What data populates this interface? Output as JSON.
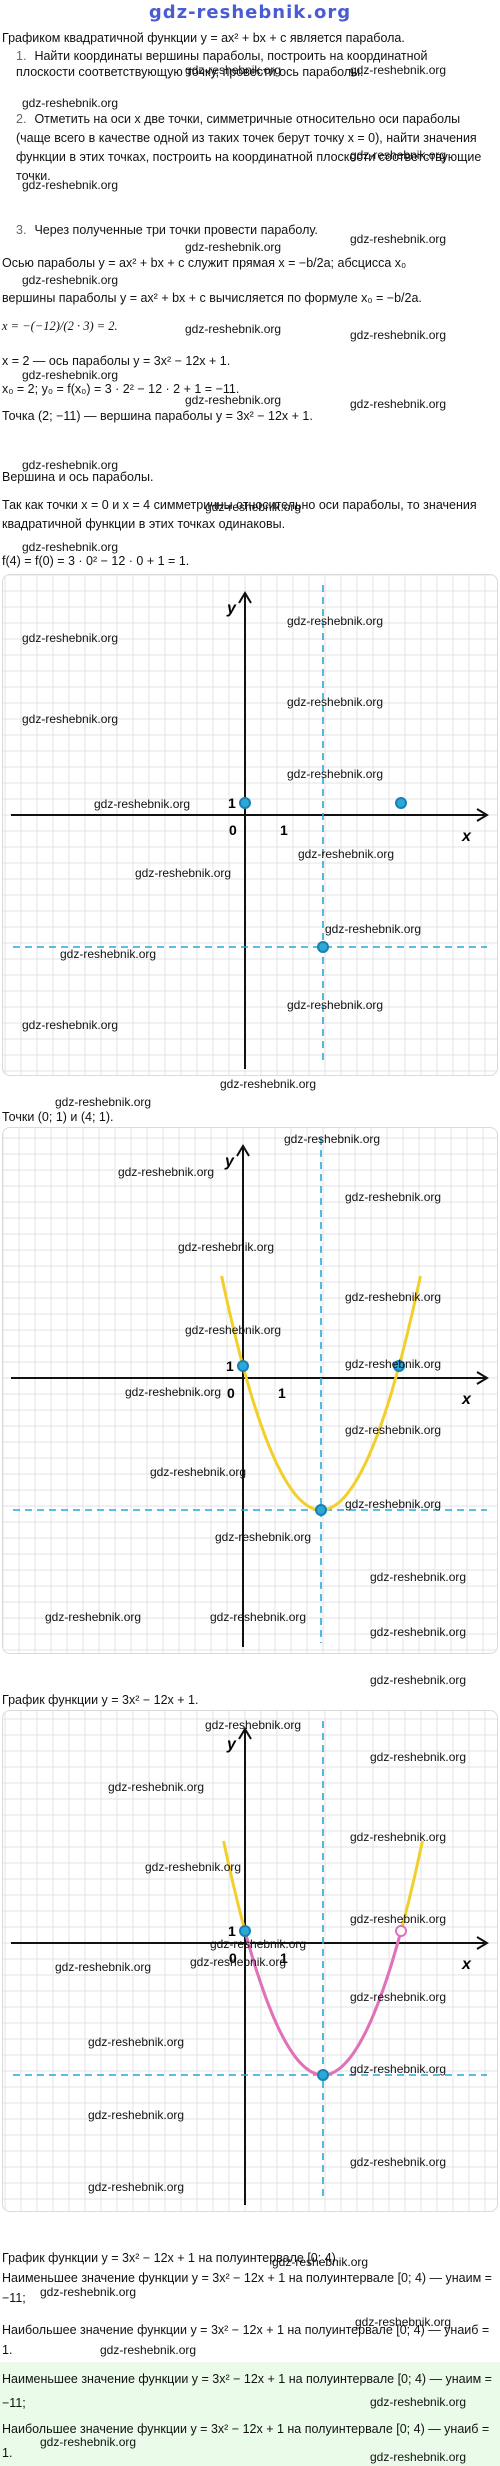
{
  "site": {
    "logo": "gdz-reshebnik.org",
    "watermark": "gdz-reshebnik.org"
  },
  "intro": "Графиком квадратичной функции y = ax² + bx + c является парабола.",
  "steps": [
    "Найти координаты вершины параболы, построить на координатной плоскости соответствующую точку, провести ось параболы.",
    "Отметить на оси x две точки, симметричные относительно оси параболы (чаще всего в качестве одной из таких точек берут точку x = 0), найти значения функции в этих точках, построить на координатной плоскости соответствующие точки.",
    "Через полученные три точки провести параболу."
  ],
  "step_numbers": [
    "1.",
    "2.",
    "3."
  ],
  "solution": {
    "axis_text": "Осью параболы y = ax² + bx + c служит прямая x = −b/2a; абсцисса x₀",
    "vertex_text": "вершины параболы y = ax² + bx + c вычисляется по формуле x₀ = −b/2a.",
    "x0_calc": "x = −(−12)/(2 · 3) = 2.",
    "axis_line": "x = 2 — ось параболы y = 3x² − 12x + 1.",
    "y0_calc": "x₀ = 2; y₀ = f(x₀) = 3 · 2² − 12 · 2 + 1 = −11.",
    "vertex_point": "Точка (2; −11) — вершина параболы y = 3x² − 12x + 1.",
    "caption1": "Вершина и ось параболы.",
    "symmetric_text": "Так как точки x = 0 и x = 4 симметричны относительно оси параболы, то значения квадратичной функции в этих точках одинаковы.",
    "f_values": "f(4) = f(0) = 3 · 0² − 12 · 0 + 1 = 1.",
    "caption2": "Точки (0; 1) и (4; 1).",
    "caption3": "График функции y = 3x² − 12x + 1.",
    "caption4": "График функции y = 3x² − 12x + 1 на полуинтервале [0; 4).",
    "min_line": "Наименьшее значение функции y = 3x² − 12x + 1 на полуинтервале [0; 4) — yнаим = −11;",
    "max_line": "Наибольшее значение функции y = 3x² − 12x + 1 на полуинтервале [0; 4) — yнаиб = 1."
  },
  "answer": {
    "min": "Наименьшее значение функции y = 3x² − 12x + 1 на полуинтервале [0; 4) — yнаим = −11;",
    "max": "Наибольшее значение функции y = 3x² − 12x + 1 на полуинтервале [0; 4) — yнаиб = 1."
  },
  "axes": {
    "x_label": "x",
    "y_label": "y",
    "origin": "0",
    "one_x": "1",
    "one_y": "1"
  },
  "colors": {
    "parabola": "#f2cf2a",
    "highlight": "#e070c0",
    "axis_line": "#27a8dc",
    "point": "#2ba7d8",
    "answer_bg": "#eafbea"
  },
  "chart_data": [
    {
      "type": "line",
      "title": "",
      "xlabel": "x",
      "ylabel": "y",
      "points": [
        {
          "x": 0,
          "y": 1
        },
        {
          "x": 4,
          "y": 1
        },
        {
          "x": 2,
          "y": -11
        }
      ],
      "axis_of_symmetry": 2,
      "vertex_level": -11
    },
    {
      "type": "line",
      "title": "",
      "xlabel": "x",
      "ylabel": "y",
      "function": "y = 3x^2 - 12x + 1",
      "points": [
        {
          "x": 0,
          "y": 1
        },
        {
          "x": 4,
          "y": 1
        },
        {
          "x": 2,
          "y": -11
        }
      ]
    },
    {
      "type": "line",
      "title": "",
      "xlabel": "x",
      "ylabel": "y",
      "function": "y = 3x^2 - 12x + 1",
      "highlight_interval": [
        0,
        4
      ],
      "points": [
        {
          "x": 0,
          "y": 1
        },
        {
          "x": 4,
          "y": 1
        },
        {
          "x": 2,
          "y": -11
        }
      ]
    }
  ]
}
